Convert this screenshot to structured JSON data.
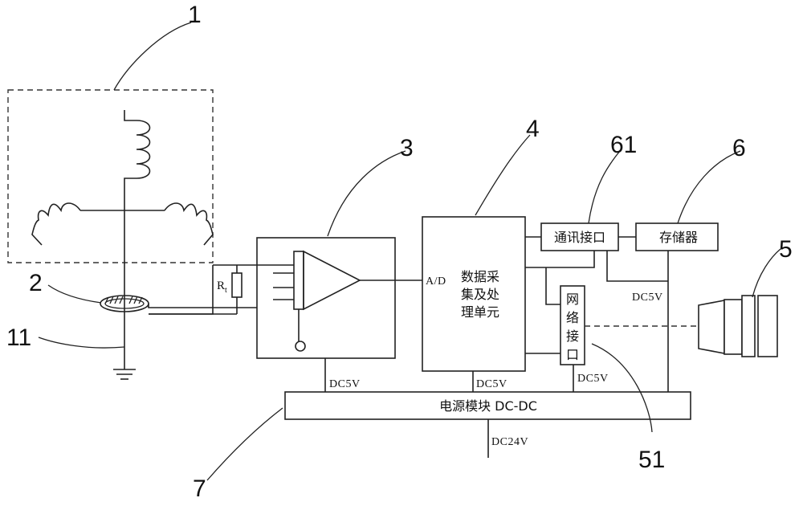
{
  "refs": {
    "r1": "1",
    "r2": "2",
    "r11": "11",
    "r3": "3",
    "r4": "4",
    "r61": "61",
    "r6": "6",
    "r5": "5",
    "r51": "51",
    "r7": "7"
  },
  "blocks": {
    "rt_main": "R",
    "rt_sub": "t",
    "ad": "A/D",
    "dpu_line1": "数据采",
    "dpu_line2": "集及处",
    "dpu_line3": "理单元",
    "comm": "通讯接口",
    "storage": "存储器",
    "net_1": "网",
    "net_2": "络",
    "net_3": "接",
    "net_4": "口",
    "power": "电源模块 DC-DC"
  },
  "voltages": {
    "v_amp": "DC5V",
    "v_dpu": "DC5V",
    "v_net": "DC5V",
    "v_right": "DC5V",
    "v_in": "DC24V"
  }
}
